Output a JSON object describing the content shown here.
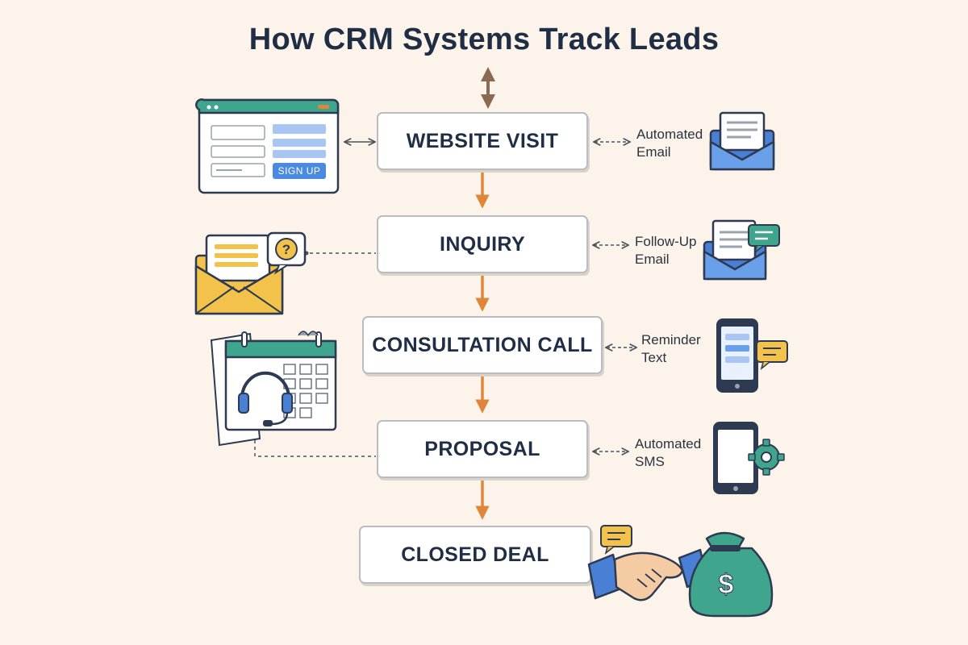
{
  "title": "How CRM Systems Track Leads",
  "stages": [
    {
      "label": "WEBSITE VISIT"
    },
    {
      "label": "INQUIRY"
    },
    {
      "label": "CONSULTATION CALL"
    },
    {
      "label": "PROPOSAL"
    },
    {
      "label": "CLOSED DEAL"
    }
  ],
  "automations": [
    {
      "line1": "Automated",
      "line2": "Email",
      "icon": "envelope-icon"
    },
    {
      "line1": "Follow-Up",
      "line2": "Email",
      "icon": "envelope-chat-icon"
    },
    {
      "line1": "Reminder",
      "line2": "Text",
      "icon": "smartphone-chat-icon"
    },
    {
      "line1": "Automated",
      "line2": "SMS",
      "icon": "smartphone-gear-icon"
    }
  ],
  "signup_form": {
    "button": "SIGN UP"
  },
  "colors": {
    "background": "#fcf4ea",
    "title": "#1f2d45",
    "flow_arrow": "#e0863a",
    "top_arrow": "#8a6a52",
    "teal": "#3fa58c",
    "blue": "#4a7fd6",
    "yellow": "#f3c24b"
  }
}
